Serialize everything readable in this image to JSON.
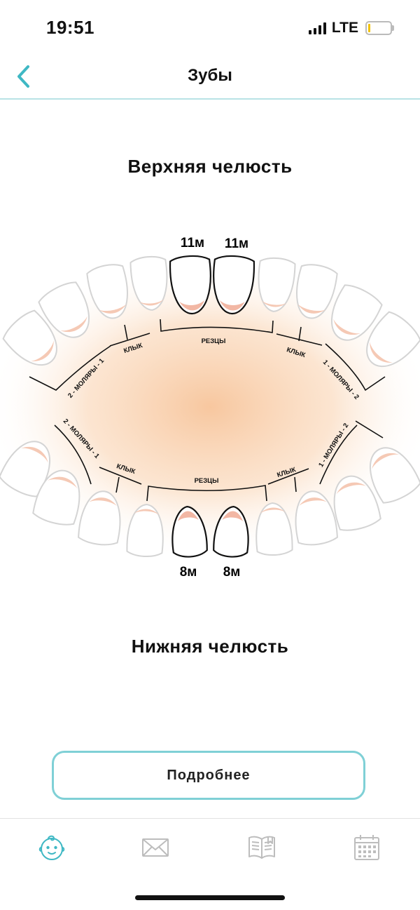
{
  "status_bar": {
    "time": "19:51",
    "network": "LTE"
  },
  "nav": {
    "title": "Зубы",
    "back_icon": "chevron-left-icon"
  },
  "upper_jaw": {
    "title": "Верхняя челюсть",
    "teeth_labels": [
      "11м",
      "11м"
    ],
    "section_labels": {
      "incisors": "РЕЗЦЫ",
      "canine_left": "КЛЫК",
      "canine_right": "КЛЫК",
      "molars_left": "2 - МОЛЯРЫ - 1",
      "molars_right": "1 - МОЛЯРЫ - 2"
    }
  },
  "lower_jaw": {
    "title": "Нижняя челюсть",
    "teeth_labels": [
      "8м",
      "8м"
    ],
    "section_labels": {
      "incisors": "РЕЗЦЫ",
      "canine_left": "КЛЫК",
      "canine_right": "КЛЫК",
      "molars_left": "2 - МОЛЯРЫ - 1",
      "molars_right": "1 - МОЛЯРЫ - 2"
    }
  },
  "more_button": {
    "label": "Подробнее"
  },
  "tabs": [
    {
      "icon": "baby-face-icon",
      "active": true
    },
    {
      "icon": "envelope-icon",
      "active": false
    },
    {
      "icon": "book-icon",
      "active": false
    },
    {
      "icon": "calendar-icon",
      "active": false
    }
  ],
  "colors": {
    "accent": "#3fb8c4",
    "gum": "#f5c9b5",
    "tooth_outline": "#d4d4d4",
    "tooth_active": "#111111",
    "glow": "#f9cba3"
  }
}
